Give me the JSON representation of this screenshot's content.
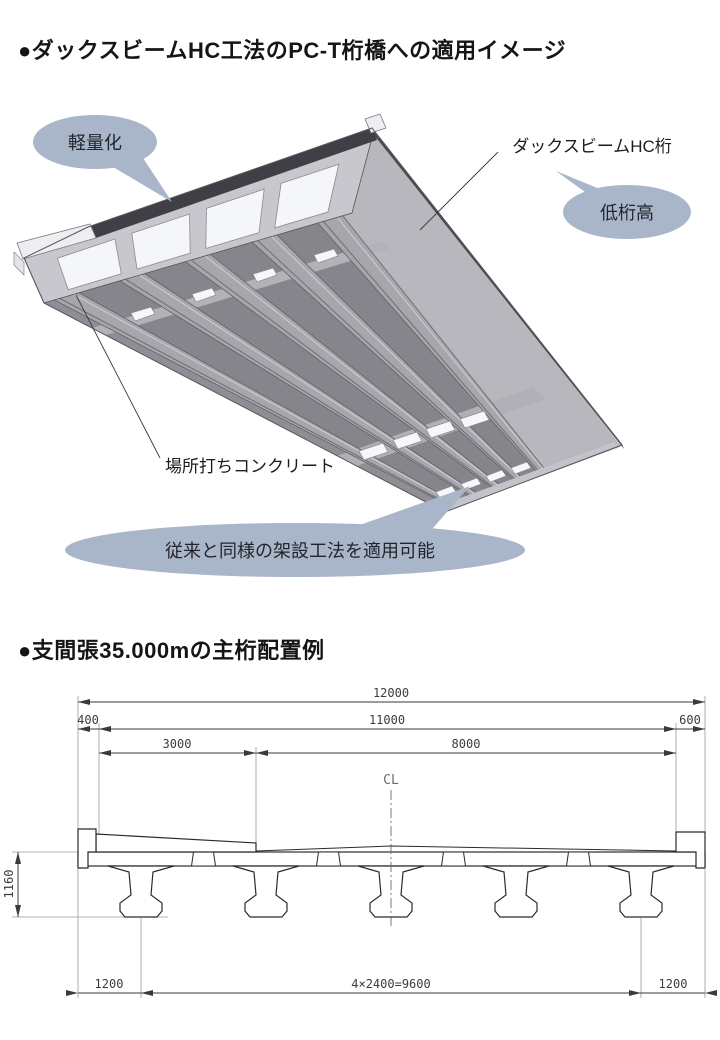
{
  "illustration": {
    "title": "●ダックスビームHC工法のPC-T桁橋への適用イメージ",
    "callout_lightweight": "軽量化",
    "label_girder": "ダックスビームHC桁",
    "callout_low_height": "低桁高",
    "label_cast_in_place": "場所打ちコンクリート",
    "callout_erection": "従来と同様の架設工法を適用可能",
    "bubble_color": "#a9b5c8"
  },
  "section_drawing": {
    "title": "●支間張35.000mの主桁配置例",
    "centerline": "CL",
    "dims": {
      "total": "12000",
      "left_edge": "400",
      "inner_width": "11000",
      "right_edge": "600",
      "sidewalk": "3000",
      "roadway": "8000",
      "height": "1160",
      "left_overhang": "1200",
      "spacing": "4×2400=9600",
      "right_overhang": "1200"
    }
  }
}
